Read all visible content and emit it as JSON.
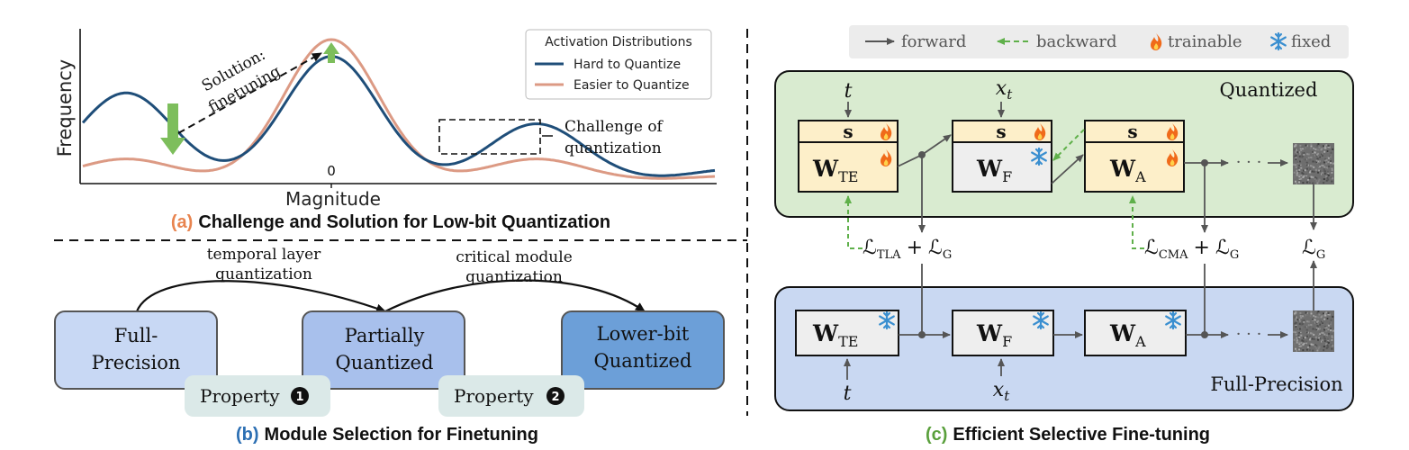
{
  "colors": {
    "hard": "#1f4e79",
    "easy": "#dc9a84",
    "green_arrow": "#7dbe5c",
    "label_a": "#e8844f",
    "label_b": "#2c6fb3",
    "label_c": "#5aa03c",
    "quantized_bg": "#d9ebd0",
    "fullprec_bg": "#c9d8f2",
    "trainable_fill": "#fdefc9",
    "fixed_fill": "#eeeeee",
    "flame": "#f06a1a",
    "snow": "#3a8fd0",
    "property_bg": "#dbe9e8",
    "box_full": "#c8d8f4",
    "box_partial": "#a8c0ec",
    "box_lower": "#6c9fd8"
  },
  "panel_a": {
    "ylabel": "Frequency",
    "xlabel": "Magnitude",
    "zero_tick": "0",
    "legend_title": "Activation Distributions",
    "legend_hard": "Hard to Quantize",
    "legend_easy": "Easier to Quantize",
    "solution_line1": "Solution:",
    "solution_line2": "finetuning",
    "challenge_line1": "Challenge of",
    "challenge_line2": "quantization",
    "caption_letter": "(a)",
    "caption_text": "Challenge and Solution for Low-bit Quantization",
    "chart_data": {
      "type": "line",
      "xlabel": "Magnitude",
      "ylabel": "Frequency",
      "x_tick": "0",
      "series": [
        {
          "name": "Hard to Quantize",
          "peaks": [
            {
              "x": -1,
              "height": 0.62
            },
            {
              "x": 0,
              "height": 0.88
            },
            {
              "x": 1,
              "height": 0.4
            },
            {
              "x": 2,
              "height": 0.08
            }
          ]
        },
        {
          "name": "Easier to Quantize",
          "peaks": [
            {
              "x": -1,
              "height": 0.15
            },
            {
              "x": 0,
              "height": 1.0
            },
            {
              "x": 1,
              "height": 0.15
            },
            {
              "x": 2,
              "height": 0.03
            }
          ]
        }
      ]
    }
  },
  "panel_b": {
    "arc1_line1": "temporal layer",
    "arc1_line2": "quantization",
    "arc2_line1": "critical module",
    "arc2_line2": "quantization",
    "box1_line1": "Full-",
    "box1_line2": "Precision",
    "box2_line1": "Partially",
    "box2_line2": "Quantized",
    "box3_line1": "Lower-bit",
    "box3_line2": "Quantized",
    "property1": "Property",
    "property1_num": "1",
    "property2": "Property",
    "property2_num": "2",
    "caption_letter": "(b)",
    "caption_text": "Module Selection for Finetuning"
  },
  "panel_c": {
    "legend_forward": "forward",
    "legend_backward": "backward",
    "legend_trainable": "trainable",
    "legend_fixed": "fixed",
    "quantized_label": "Quantized",
    "fullprec_label": "Full-Precision",
    "s": "s",
    "t": "t",
    "x": "x",
    "x_sub": "t",
    "W": "W",
    "sub_te": "TE",
    "sub_f": "F",
    "sub_a": "A",
    "dots": "· · ·",
    "L": "ℒ",
    "sub_tla": "TLA",
    "sub_cma": "CMA",
    "sub_g": "G",
    "plus": "+",
    "caption_letter": "(c)",
    "caption_text": "Efficient Selective Fine-tuning"
  }
}
